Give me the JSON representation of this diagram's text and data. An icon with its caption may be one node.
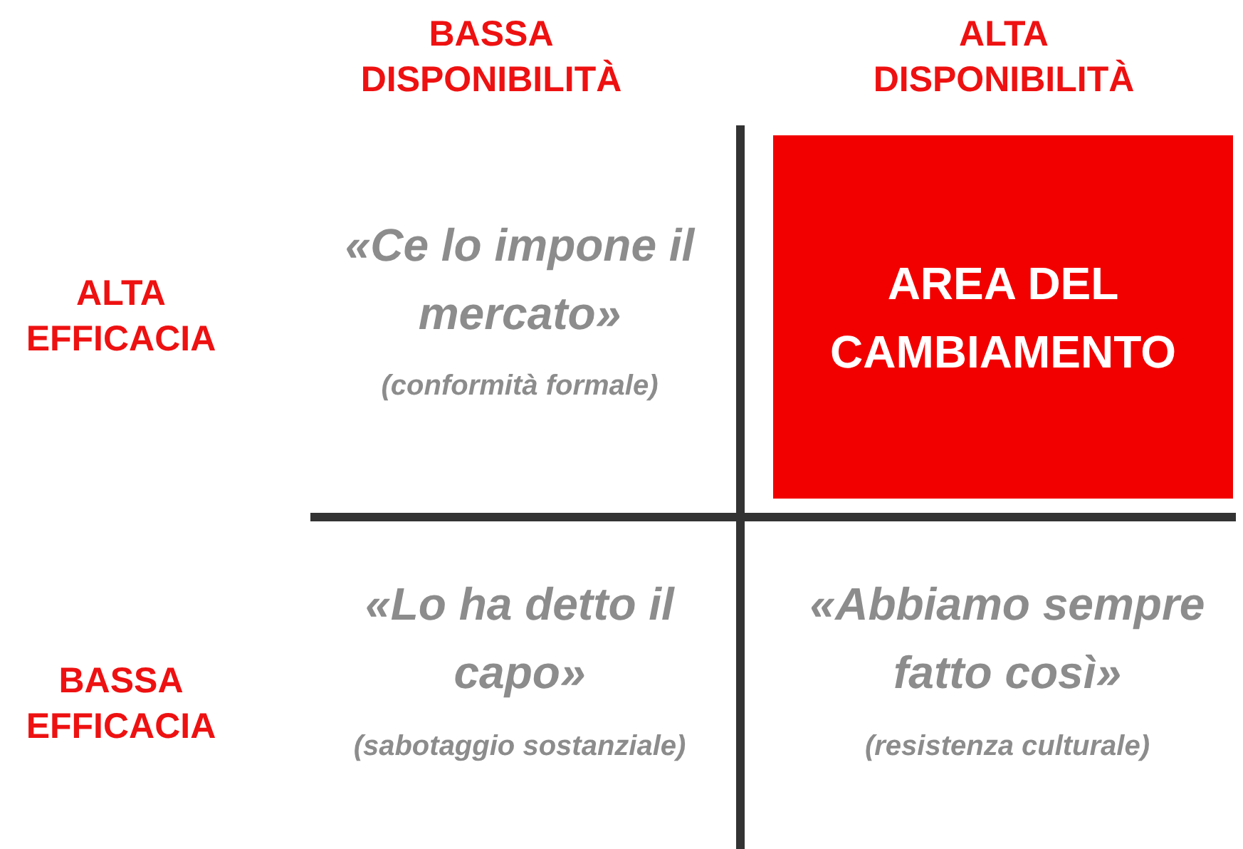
{
  "diagram": {
    "nodes": [
      {
        "text": [
          "AREA DEL CAMBIAMENTO"
        ]
      }
    ],
    "labels": [
      "BASSA DISPONIBILITÀ",
      "ALTA DISPONIBILITÀ",
      "ALTA EFFICACIA",
      "«Ce lo impone il mercato»",
      "(conformità formale)",
      "BASSA EFFICACIA",
      "«Lo ha detto il capo»",
      "(sabotaggio sostanziale)",
      "«Abbiamo sempre fatto così»",
      "(resistenza culturale)"
    ]
  }
}
